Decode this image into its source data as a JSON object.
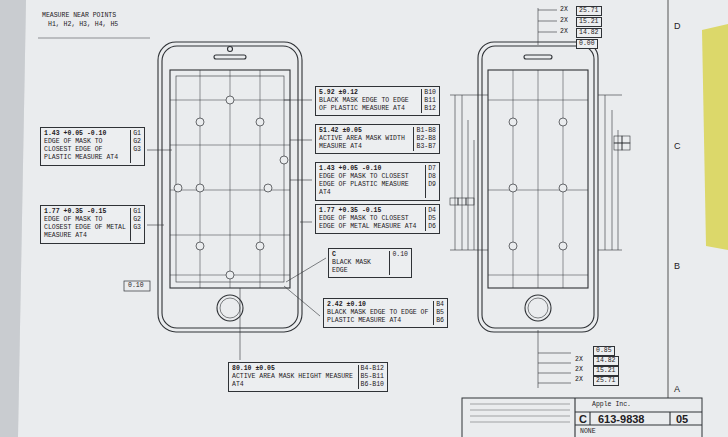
{
  "diagram": {
    "nodes": [
      {
        "text": [
          "1.43 +0.05 -0.10",
          "EDGE OF MASK TO CLOSEST EDGE OF PLASTIC MEASURE AT4",
          "G1",
          "G2",
          "G3"
        ]
      },
      {
        "text": [
          "1.77 +0.35 -0.15",
          "EDGE OF MASK TO CLOSEST EDGE OF METAL MEASURE AT4",
          "G1",
          "G2",
          "G3"
        ]
      },
      {
        "text": [
          "5.92 ±0.12",
          "BLACK MASK EDGE TO EDGE OF PLASTIC MEASURE AT4",
          "B10",
          "B11",
          "B12"
        ]
      },
      {
        "text": [
          "51.42 ±0.05",
          "ACTIVE AREA MASK WIDTH MEASURE AT4",
          "B1-B8",
          "B2-B8",
          "B3-B7"
        ]
      },
      {
        "text": [
          "1.43 +0.05 -0.10",
          "EDGE OF MASK TO CLOSEST EDGE OF PLASTIC MEASURE AT4",
          "D7",
          "D8",
          "D9"
        ]
      },
      {
        "text": [
          "1.77 +0.35 -0.15",
          "EDGE OF MASK TO CLOSEST EDGE OF METAL MEASURE AT4",
          "D4",
          "D5",
          "D6"
        ]
      },
      {
        "text": [
          "C",
          "BLACK MASK EDGE",
          "0.10"
        ]
      },
      {
        "text": [
          "2.42 ±0.10",
          "BLACK MASK EDGE TO EDGE OF PLASTIC MEASURE AT4",
          "B4",
          "B5",
          "B6"
        ]
      },
      {
        "text": [
          "80.10 ±0.05",
          "ACTIVE AREA MASK HEIGHT MEASURE AT4",
          "B4-B12",
          "B5-B11",
          "B6-B10"
        ]
      }
    ],
    "labels": [
      "MEASURE NEAR POINTS",
      "H1, H2, H3, H4, H5",
      "2X",
      "25.71",
      "2X",
      "15.21",
      "2X",
      "14.82",
      "0.00",
      "0.85",
      "2X",
      "14.82",
      "2X",
      "15.21",
      "2X",
      "25.71",
      "D",
      "C",
      "B",
      "A",
      "Apple Inc.",
      "C",
      "613-9838",
      "05",
      "NONE",
      "0.10"
    ]
  }
}
